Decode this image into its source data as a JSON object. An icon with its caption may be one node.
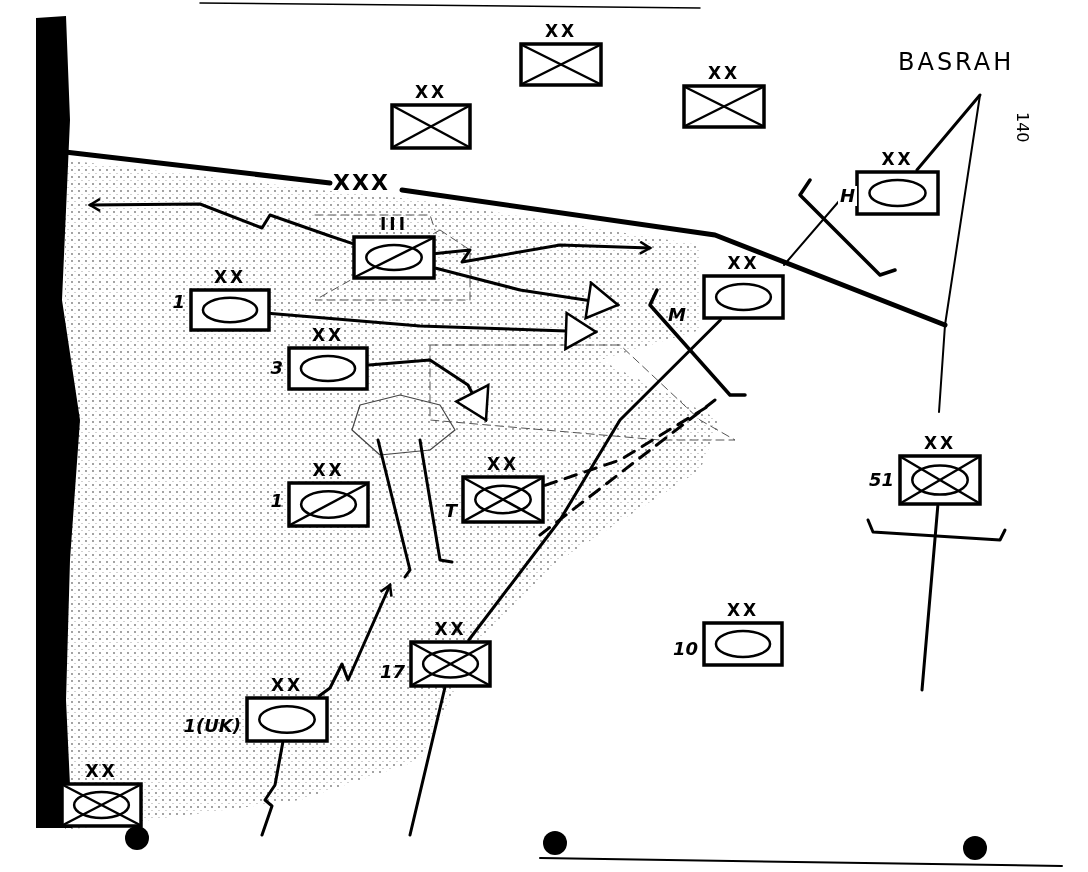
{
  "diagram": {
    "nodes": [
      {
        "text": [
          "XX"
        ]
      },
      {
        "text": [
          "XX"
        ]
      },
      {
        "text": [
          "XX"
        ]
      },
      {
        "text": [
          "III"
        ]
      },
      {
        "text": [
          "XX"
        ],
        "beside": [
          "1"
        ]
      },
      {
        "text": [
          "XX"
        ],
        "beside": [
          "3"
        ]
      },
      {
        "text": [
          "XX"
        ]
      },
      {
        "text": [
          "XX"
        ]
      },
      {
        "text": [
          "XX"
        ],
        "beside": [
          "1"
        ]
      },
      {
        "text": [
          "XX"
        ],
        "beside": [
          "T"
        ]
      },
      {
        "text": [
          "XX"
        ],
        "beside": [
          "17"
        ]
      },
      {
        "text": [
          "XX"
        ],
        "beside": [
          "1(UK)"
        ]
      },
      {
        "text": [
          "XX"
        ],
        "beside": [
          "10"
        ]
      },
      {
        "text": [
          "XX"
        ],
        "beside": [
          "51"
        ]
      },
      {
        "text": [
          "XX"
        ]
      }
    ],
    "edges": [
      {
        "from": 3,
        "to": null,
        "arrow": "to"
      },
      {
        "from": 3,
        "to": null,
        "arrow": "to"
      },
      {
        "from": 3,
        "to": null,
        "arrow": "to"
      },
      {
        "from": 4,
        "to": null,
        "arrow": "to"
      },
      {
        "from": 5,
        "to": null,
        "arrow": "to"
      },
      {
        "from": 11,
        "to": null,
        "arrow": "to"
      },
      {
        "from": 7,
        "to": 10,
        "arrow": "none"
      },
      {
        "from": 9,
        "to": null,
        "arrow": "none",
        "style": "dashed"
      },
      {
        "from": 6,
        "to": null,
        "arrow": "none"
      },
      {
        "from": 13,
        "to": null,
        "arrow": "none"
      },
      {
        "from": 10,
        "to": null,
        "arrow": "none"
      },
      {
        "from": 11,
        "to": null,
        "arrow": "none"
      }
    ],
    "labels": [
      "BASRAH",
      "XXX",
      "H",
      "M",
      "140"
    ]
  }
}
